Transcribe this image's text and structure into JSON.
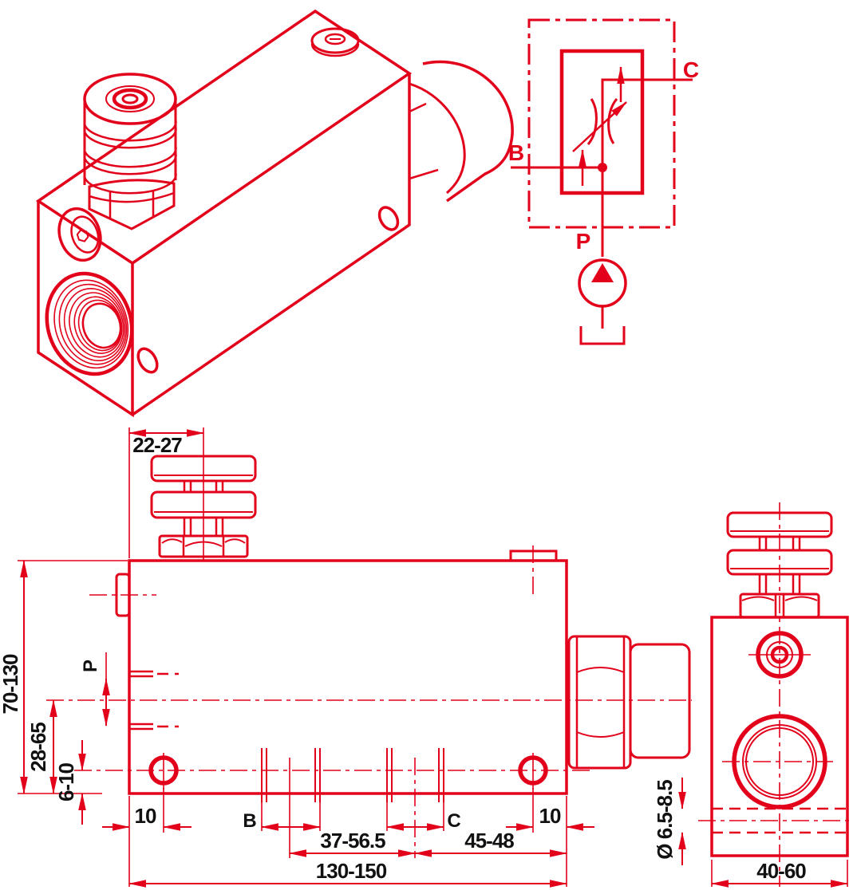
{
  "colors": {
    "line_red": "#e2001a",
    "text_black": "#111111"
  },
  "schematic": {
    "port_b_label": "B",
    "port_c_label": "C",
    "port_p_label": "P"
  },
  "front_view": {
    "knob_width_dim": "22-27",
    "height_dim": "70-130",
    "axis_to_base_dim": "28-65",
    "hole_to_base_dim": "6-10",
    "left_hole_offset_dim": "10",
    "port_b_label": "B",
    "b_to_c_dim": "37-56.5",
    "port_c_label": "C",
    "c_to_end_dim": "45-48",
    "right_hole_offset_dim": "10",
    "length_dim": "130-150",
    "port_p_label": "P"
  },
  "side_view": {
    "through_hole_dia_dim": "Ø 6.5-8.5",
    "width_dim": "40-60"
  }
}
